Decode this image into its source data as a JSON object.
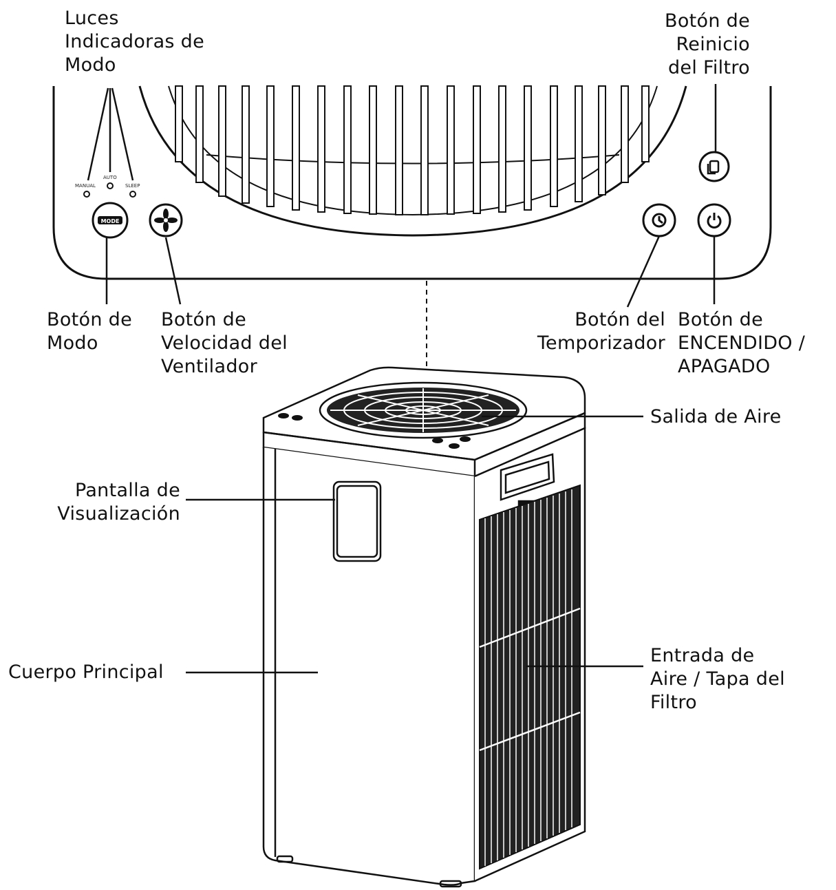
{
  "labels": {
    "mode_lights": "Luces\nIndicadoras de\nModo",
    "filter_reset": "Botón de\nReinicio\ndel Filtro",
    "mode_button": "Botón de\nModo",
    "fan_speed": "Botón de\nVelocidad del\nVentilador",
    "timer": "Botón del\nTemporizador",
    "power": "Botón de\nENCENDIDO /\nAPAGADO",
    "air_outlet": "Salida de Aire",
    "display": "Pantalla de\nVisualización",
    "main_body": "Cuerpo Principal",
    "air_inlet": "Entrada de\nAire / Tapa del\nFiltro"
  },
  "panel": {
    "indicator_manual": "MANUAL",
    "indicator_auto": "AUTO",
    "indicator_sleep": "SLEEP",
    "mode_button_text": "MODE"
  },
  "colors": {
    "line": "#111111",
    "background": "#ffffff"
  }
}
